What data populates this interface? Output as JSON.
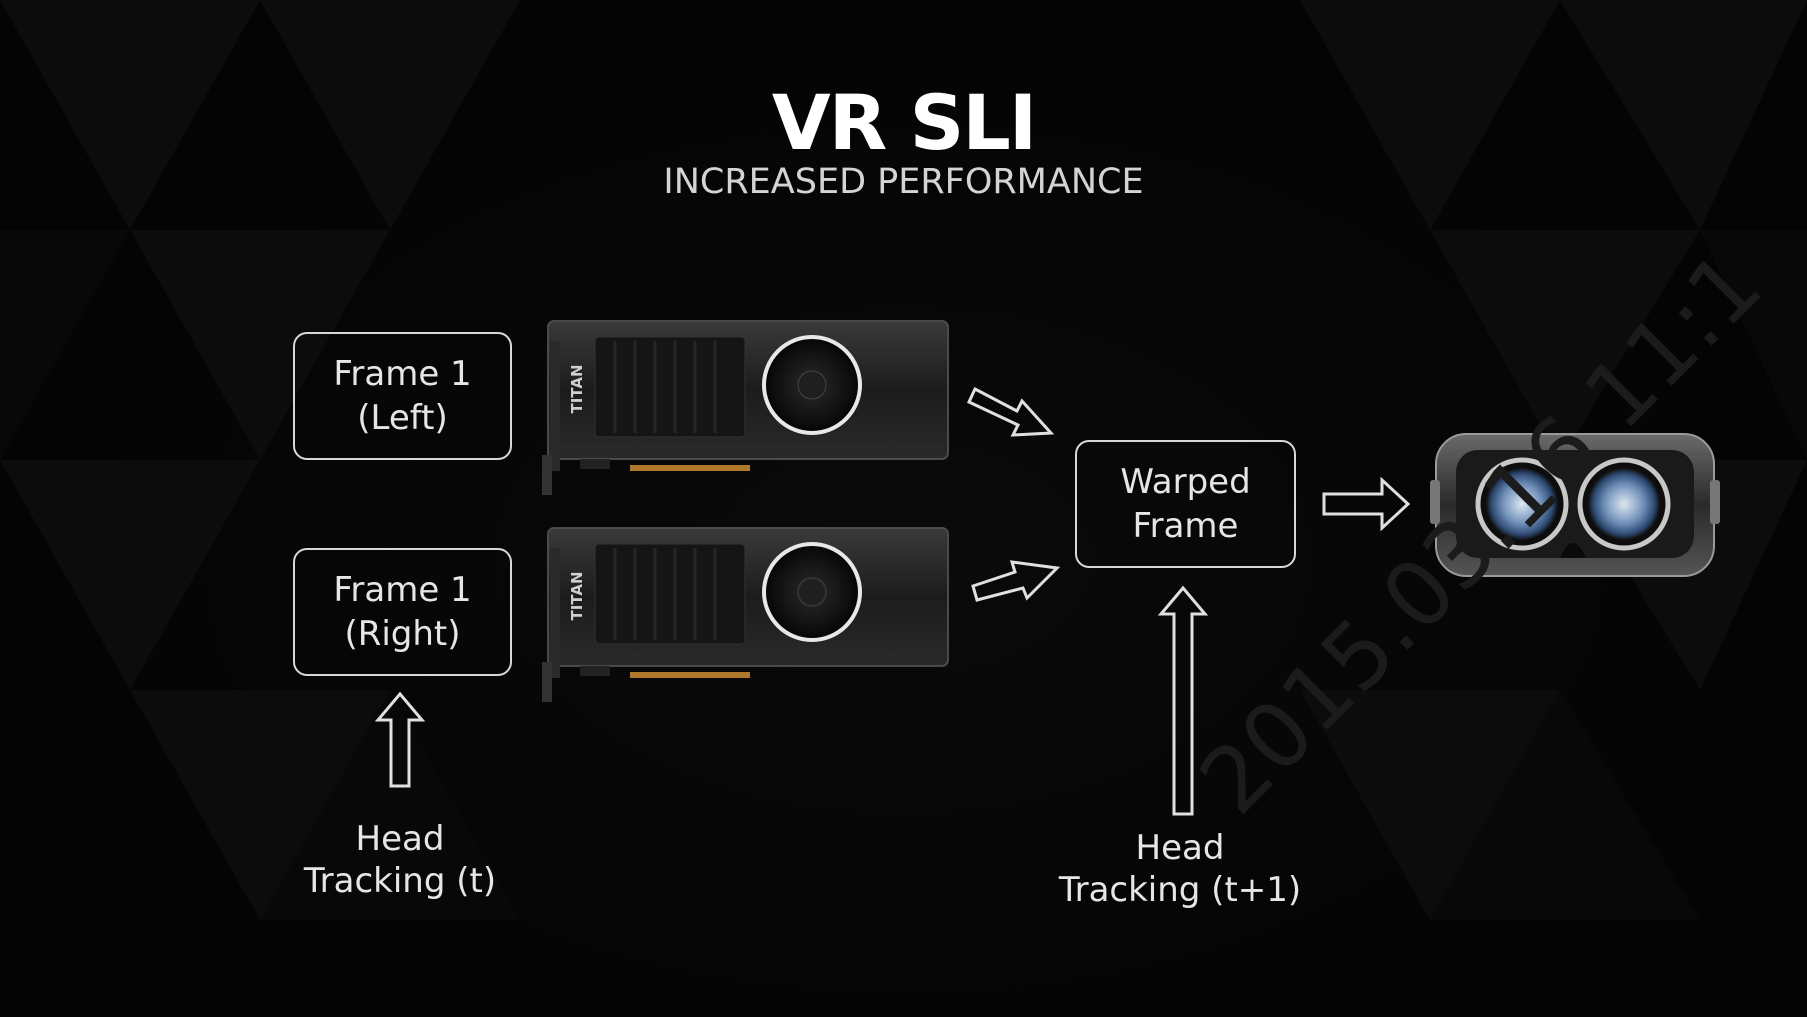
{
  "title": "VR SLI",
  "subtitle": "INCREASED PERFORMANCE",
  "boxes": {
    "frame_left": {
      "line1": "Frame 1",
      "line2": "(Left)"
    },
    "frame_right": {
      "line1": "Frame 1",
      "line2": "(Right)"
    },
    "warped": {
      "line1": "Warped",
      "line2": "Frame"
    }
  },
  "labels": {
    "head_tracking_t": {
      "line1": "Head",
      "line2": "Tracking (t)"
    },
    "head_tracking_t1": {
      "line1": "Head",
      "line2": "Tracking (t+1)"
    }
  },
  "gpu": {
    "brand_text": "TITAN"
  },
  "watermark": "2015.03.16 11:1",
  "colors": {
    "background": "#050505",
    "text": "#e6e6e6",
    "outline": "#d8d8d8"
  }
}
